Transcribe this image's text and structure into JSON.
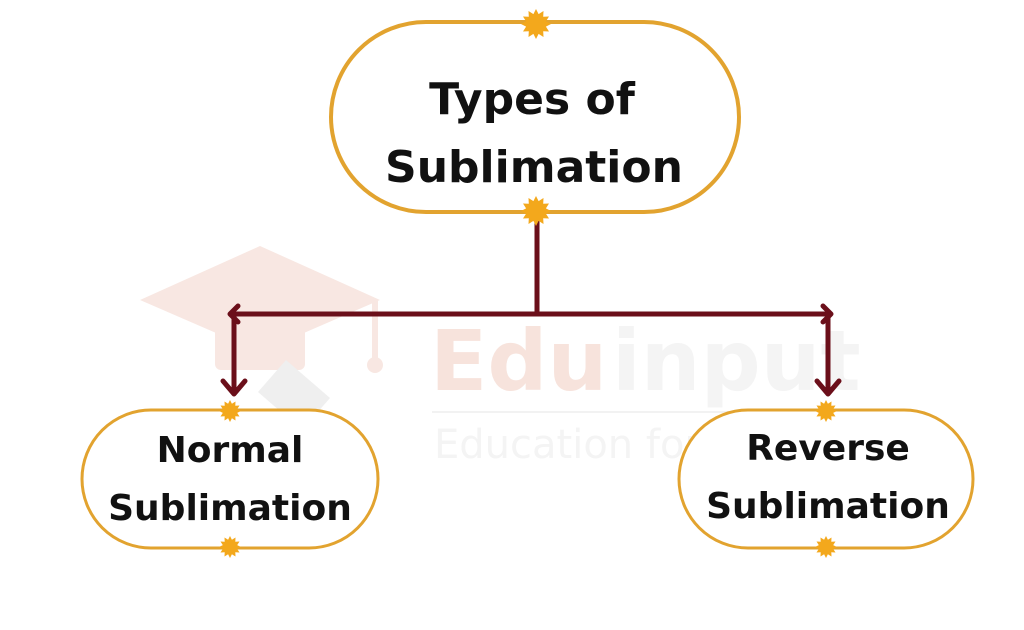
{
  "nodes": {
    "root": {
      "lines": [
        "Types of",
        "Sublimation"
      ]
    },
    "left": {
      "lines": [
        "Normal",
        "Sublimation"
      ]
    },
    "right": {
      "lines": [
        "Reverse",
        "Sublimation"
      ]
    }
  },
  "watermark": {
    "brand_a": "Edu",
    "brand_b": "input",
    "tagline": "Education for everyone"
  },
  "colors": {
    "node_border": "#e2a32f",
    "connector": "#6b0f1a",
    "burst": "#f3a81c",
    "text": "#111111",
    "watermark": "#f7e6e0"
  }
}
